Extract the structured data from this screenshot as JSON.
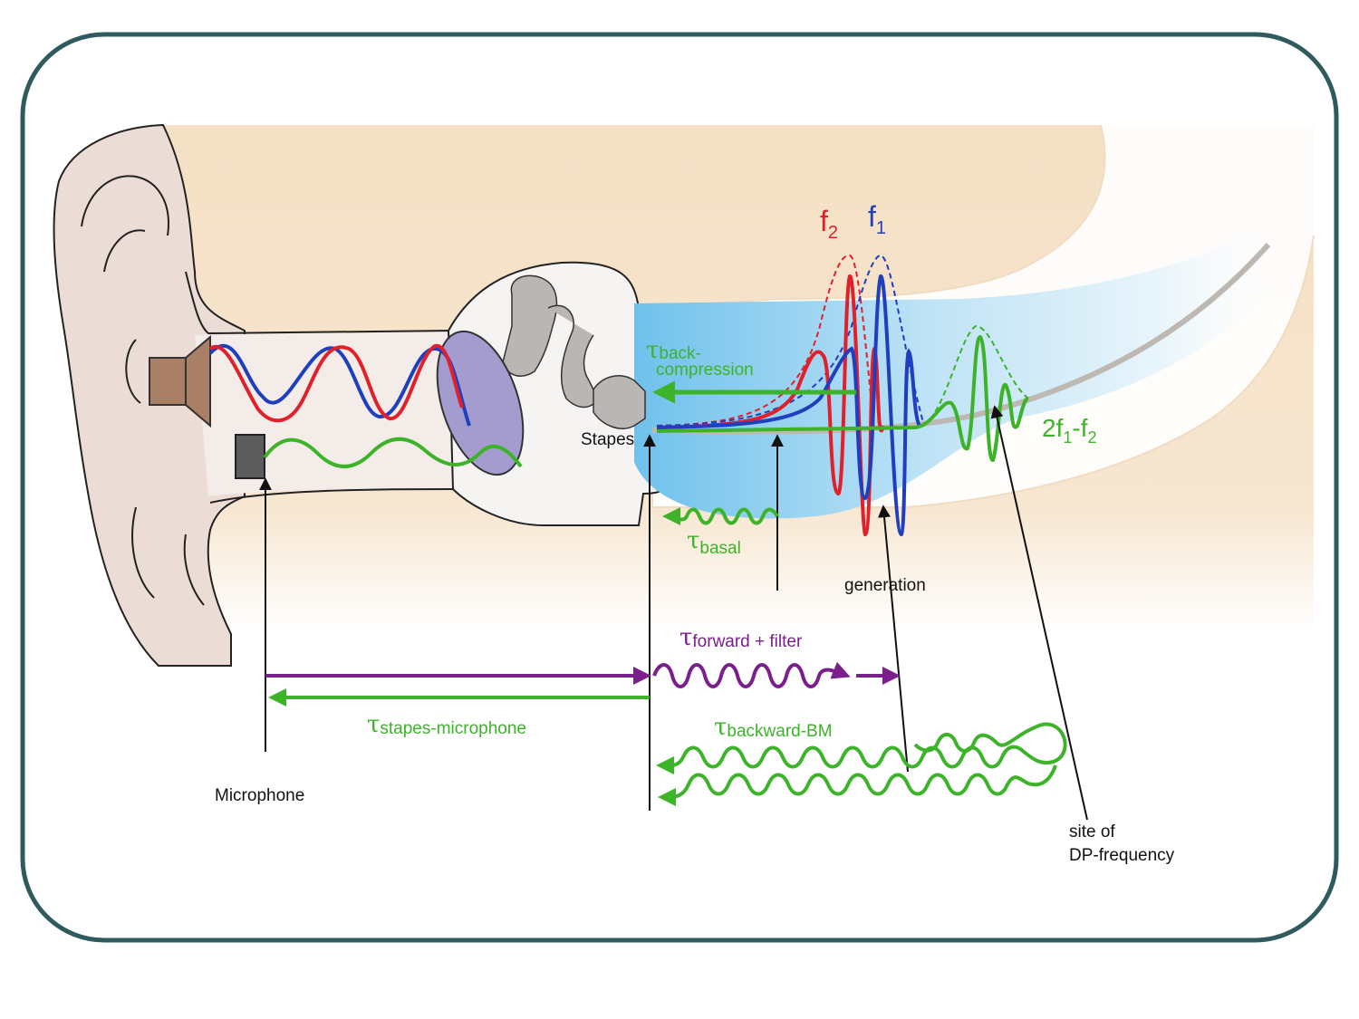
{
  "labels": {
    "f2": "f",
    "f2_sub": "2",
    "f1": "f",
    "f1_sub": "1",
    "dp_prefix": "2f",
    "dp_sub1": "1",
    "dp_mid": "-f",
    "dp_sub2": "2",
    "stapes": "Stapes",
    "microphone": "Microphone",
    "generation": "generation",
    "site_line1": "site of",
    "site_line2": "DP-frequency",
    "tau": "τ",
    "tau_back_line1": "back-",
    "tau_back_line2": "compression",
    "tau_basal": "basal",
    "tau_forward": "forward + filter",
    "tau_stapes_mic": "stapes-microphone",
    "tau_backward_bm": "backward-BM"
  },
  "colors": {
    "frame": "#2f5a5e",
    "f2": "#e0202a",
    "f1": "#1f3fbf",
    "dp": "#3db32a",
    "forward": "#7a1f8c",
    "skin": "#ecdcd6",
    "bone": "#f6e3c8",
    "cochlea": "#7fc8ee",
    "eardrum": "#a49ccf",
    "speaker": "#a97f66",
    "mic": "#5c5c5c"
  }
}
